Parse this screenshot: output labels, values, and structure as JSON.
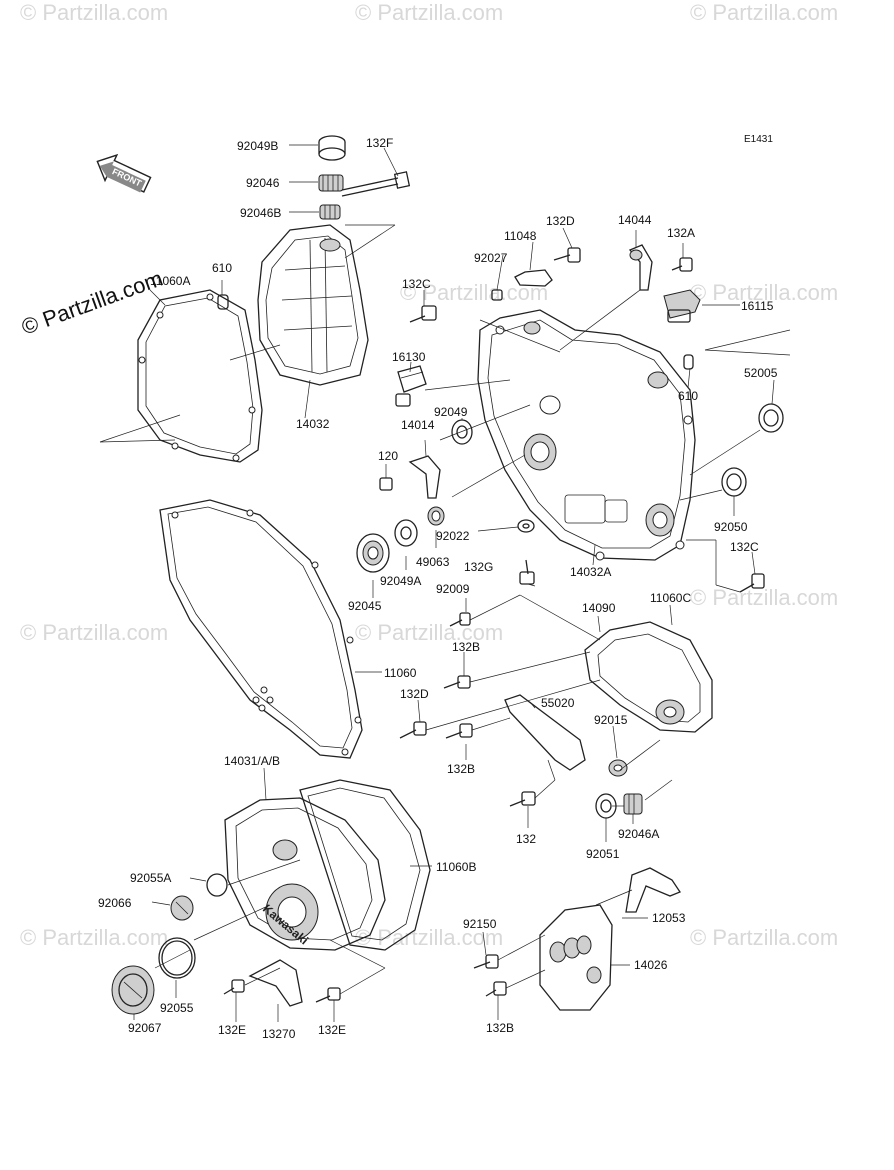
{
  "diagram": {
    "code": "E1431",
    "front_label": "FRONT",
    "watermark_main": "© Partzilla.com",
    "watermark_tile": "© Partzilla.com",
    "cover_logo_text": "Kawasaki",
    "part_labels": [
      "92049B",
      "92046",
      "92046B",
      "132F",
      "610",
      "11060A",
      "14032",
      "132C",
      "16130",
      "120",
      "14014",
      "92049",
      "92045",
      "92049A",
      "49063",
      "92022",
      "11060",
      "132D",
      "11048",
      "92027",
      "14044",
      "132A",
      "16115",
      "610",
      "52005",
      "92050",
      "14032A",
      "132G",
      "132C",
      "92009",
      "14090",
      "11060C",
      "132B",
      "132D",
      "55020",
      "132B",
      "92015",
      "132",
      "92051",
      "92046A",
      "14031/A/B",
      "11060B",
      "92055A",
      "92066",
      "92055",
      "92067",
      "132E",
      "13270",
      "132E",
      "92150",
      "12053",
      "14026",
      "132B"
    ]
  }
}
